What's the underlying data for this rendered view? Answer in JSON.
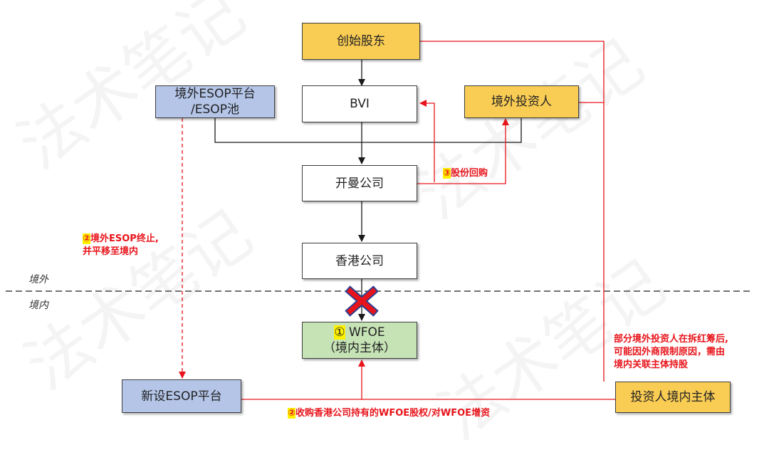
{
  "watermark": "法术笔记",
  "regions": {
    "offshore": "境外",
    "onshore": "境内"
  },
  "nodes": {
    "founders": "创始股东",
    "bvi": "BVI",
    "offshore_investor": "境外投资人",
    "esop_line1": "境外ESOP平台",
    "esop_line2": "/ESOP池",
    "cayman": "开曼公司",
    "hk": "香港公司",
    "wfoe_num": "①",
    "wfoe_line1": " WFOE",
    "wfoe_line2": "（境内主体）",
    "new_esop": "新设ESOP平台",
    "domestic_investor": "投资人境内主体"
  },
  "labels": {
    "buyback_num": "③",
    "buyback_text": "股份回购",
    "esop_num": "②",
    "esop_line1": "境外ESOP终止,",
    "esop_line2": "并平移至境内",
    "acq_num": "②",
    "acq_text": "收购香港公司持有的WFOE股权/对WFOE增资",
    "note_line1": "部分境外投资人在拆红筹后,",
    "note_line2": "可能因外商限制原因，需由",
    "note_line3": "境内关联主体持股"
  },
  "colors": {
    "shareholder_fill": "#f9cc54",
    "entity_fill": "#ffffff",
    "esop_fill": "#b4c5e8",
    "wfoe_fill": "#c6e3b6",
    "red_line": "#e8141b",
    "cross": "#e8141b",
    "cross_outline": "#2b3f8f"
  }
}
